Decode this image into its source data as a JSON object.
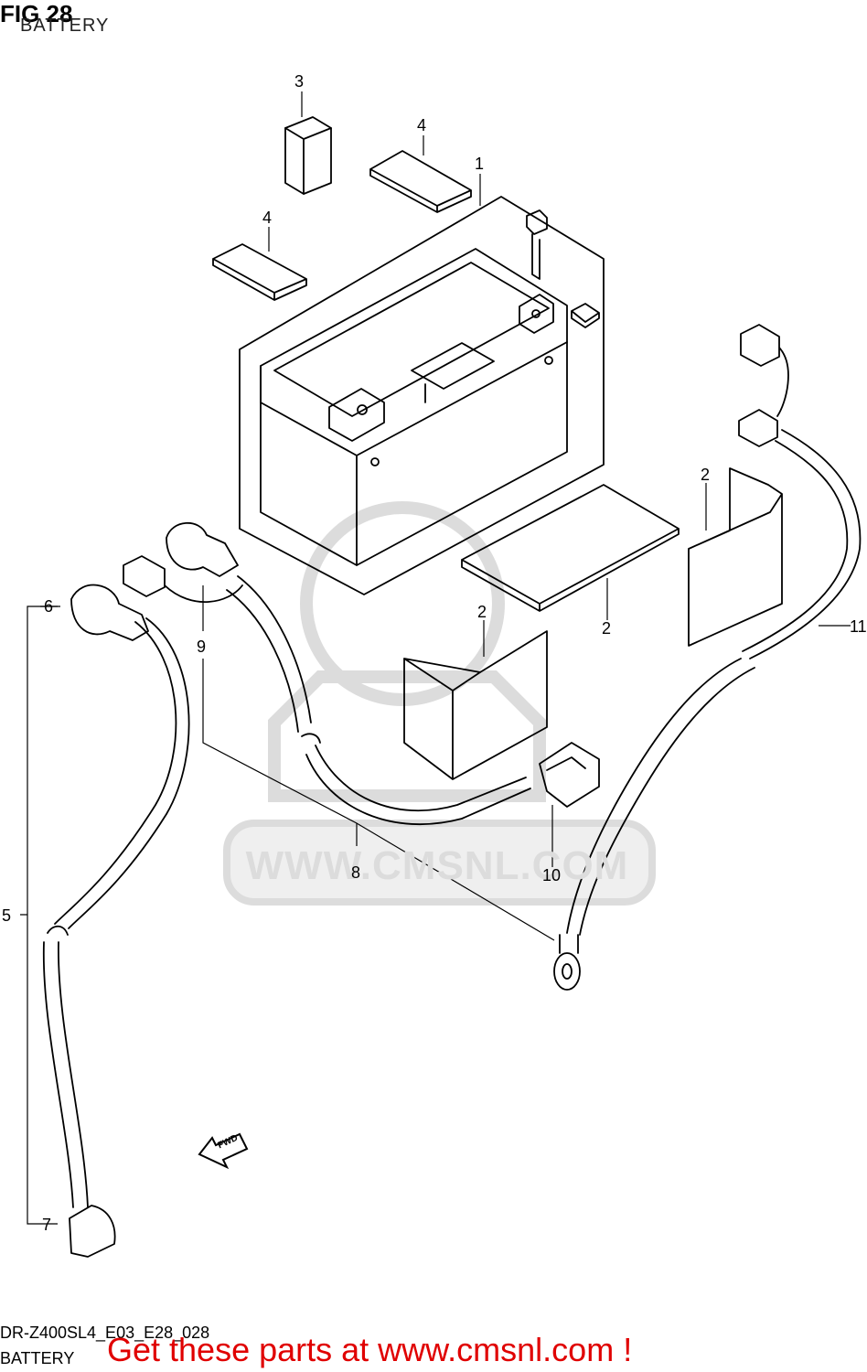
{
  "header": {
    "figure": "FIG 28",
    "subtitle": "BATTERY"
  },
  "footer": {
    "model_code": "DR-Z400SL4_E03_E28_028",
    "subtitle": "BATTERY",
    "promo": "Get these parts at www.cmsnl.com !"
  },
  "watermark": {
    "url": "WWW.CMSNL.COM"
  },
  "fwd_badge": "FWD",
  "callouts": {
    "c1": "1",
    "c2a": "2",
    "c2b": "2",
    "c2c": "2",
    "c3": "3",
    "c4a": "4",
    "c4b": "4",
    "c5": "5",
    "c6": "6",
    "c7": "7",
    "c8": "8",
    "c9": "9",
    "c10": "10",
    "c11": "11"
  },
  "colors": {
    "line": "#000000",
    "watermark": "#dcdcdc",
    "promo": "#e00000"
  }
}
